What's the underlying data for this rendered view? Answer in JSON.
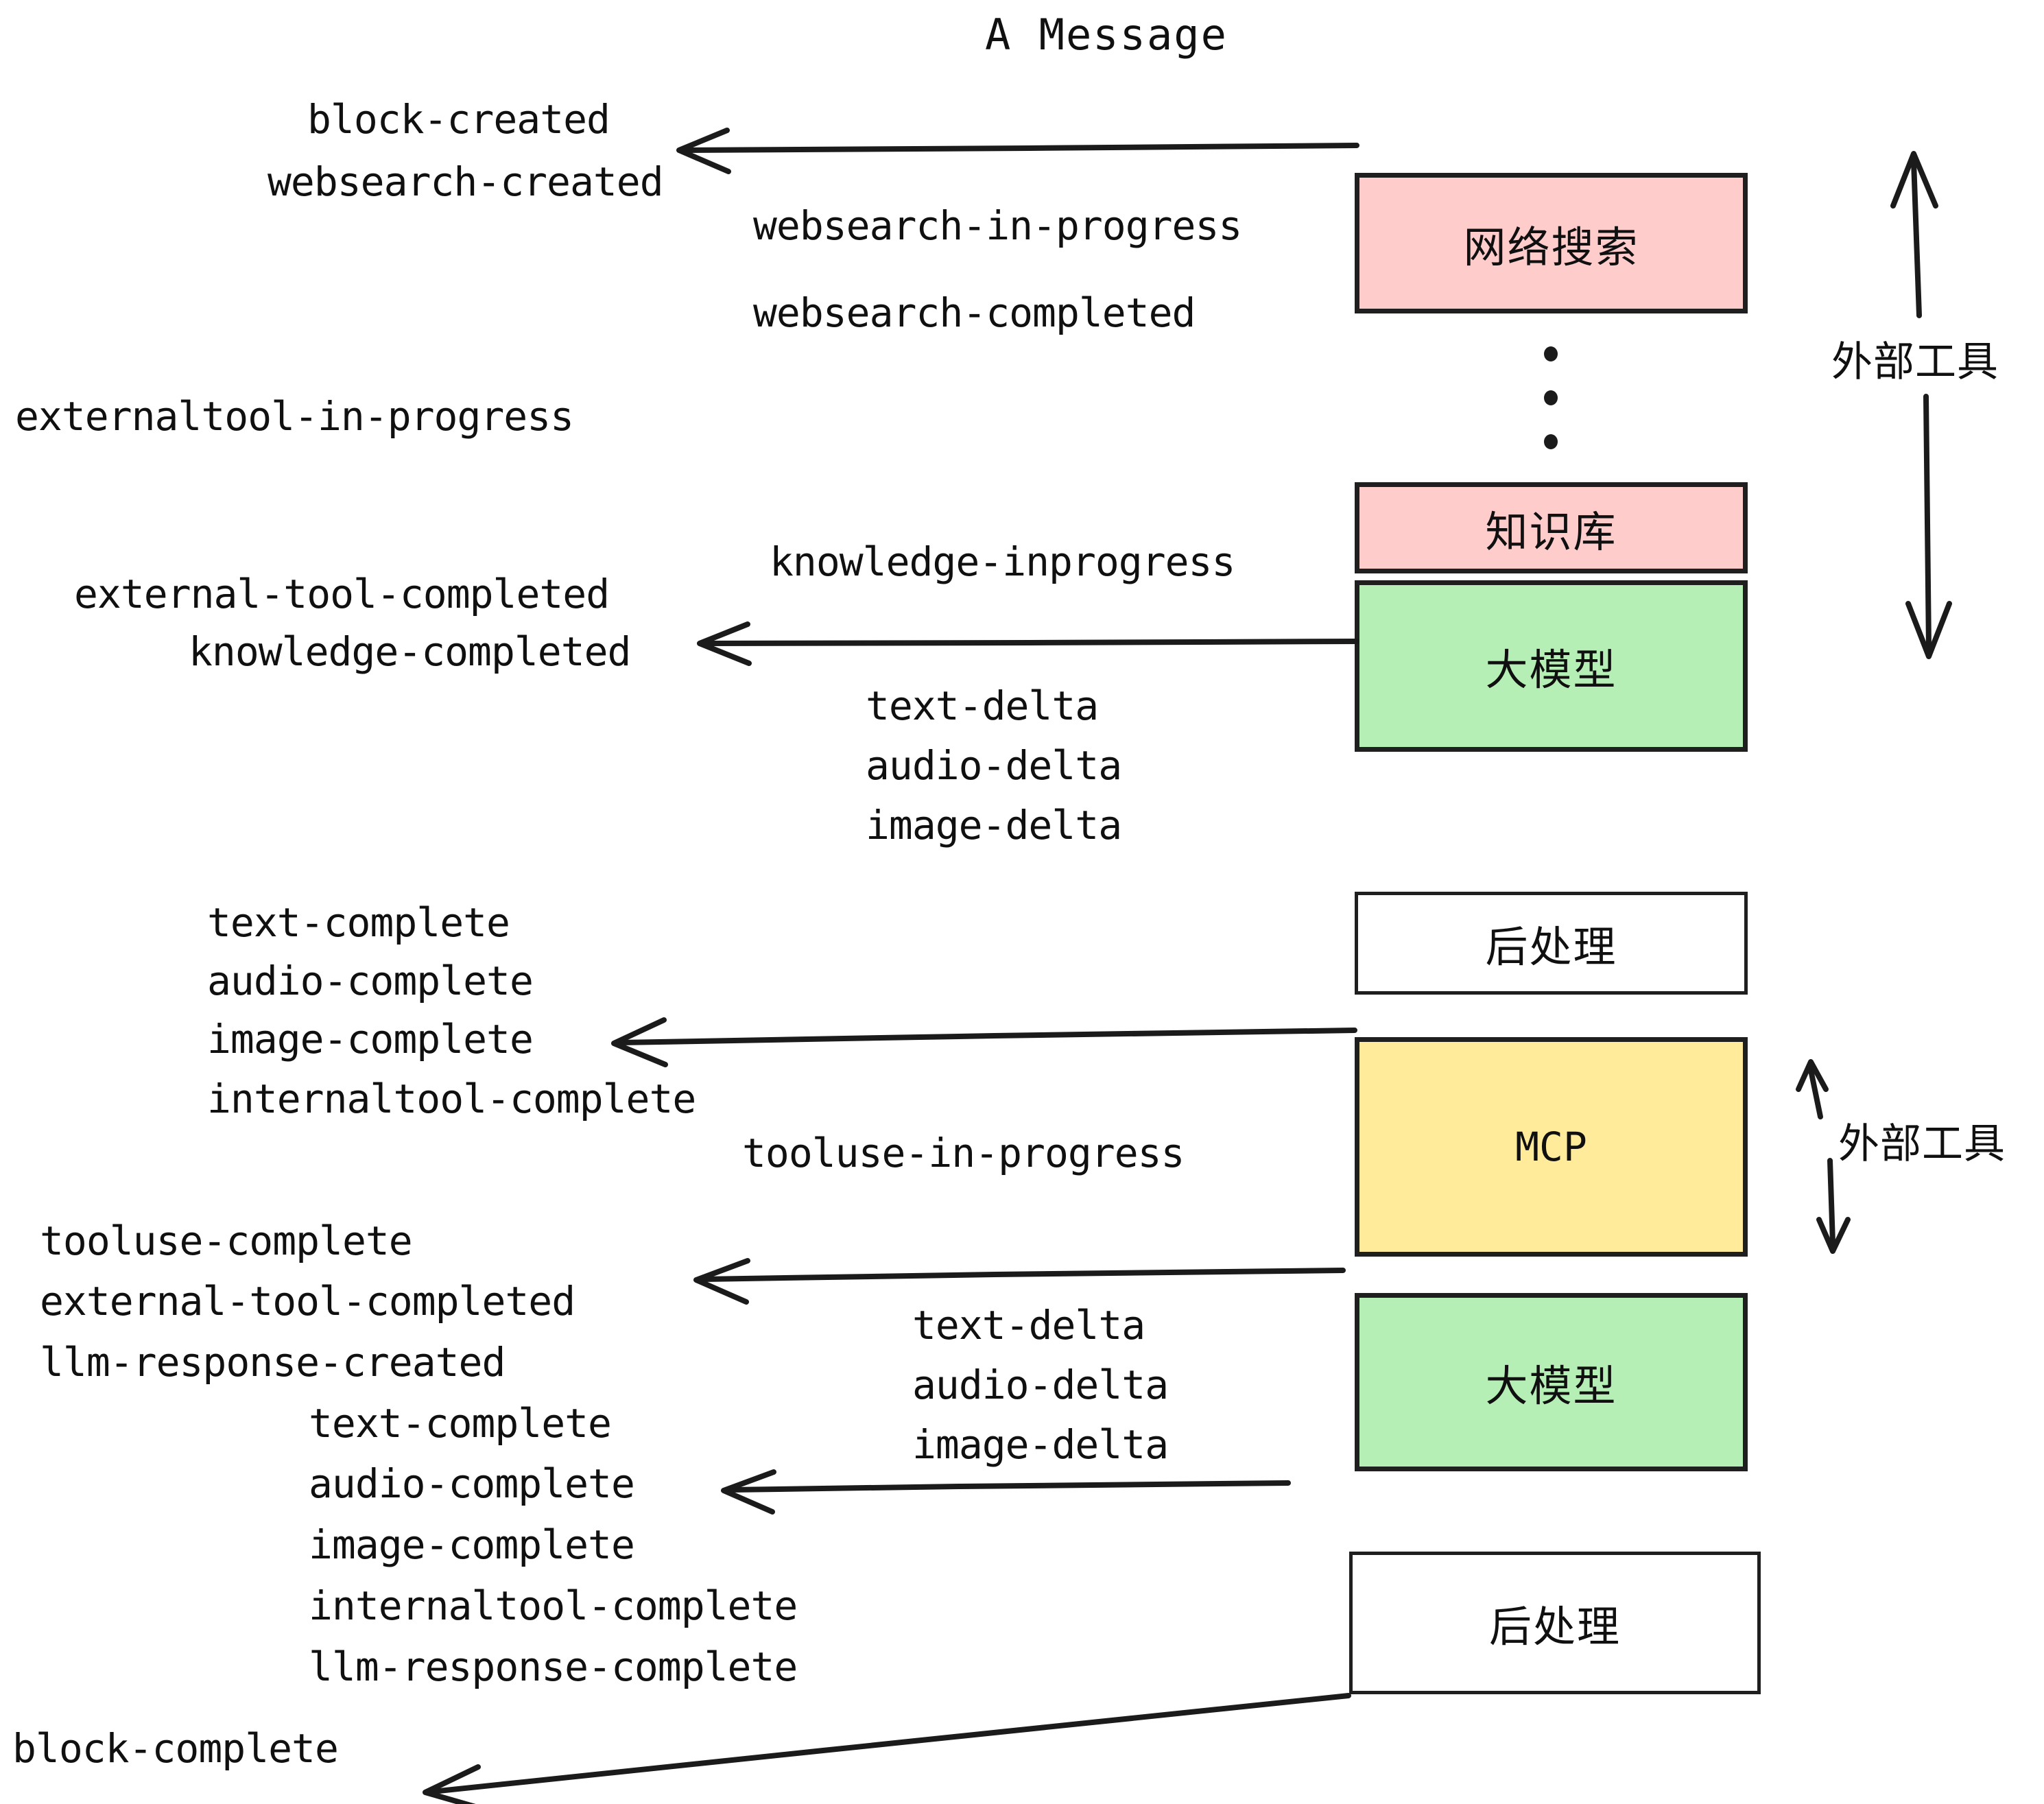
{
  "title": "A Message",
  "events": {
    "block_created": "block-created",
    "websearch_created": "websearch-created",
    "websearch_in_progress": "websearch-in-progress",
    "websearch_completed": "websearch-completed",
    "externaltool_in_progress": "externaltool-in-progress",
    "knowledge_inprogress": "knowledge-inprogress",
    "external_tool_completed_1": "external-tool-completed",
    "knowledge_completed": "knowledge-completed",
    "text_delta_1": "text-delta",
    "audio_delta_1": "audio-delta",
    "image_delta_1": "image-delta",
    "text_complete_1": "text-complete",
    "audio_complete_1": "audio-complete",
    "image_complete_1": "image-complete",
    "internaltool_complete_1": "internaltool-complete",
    "tooluse_in_progress": "tooluse-in-progress",
    "tooluse_complete": "tooluse-complete",
    "external_tool_completed_2": "external-tool-completed",
    "llm_response_created": "llm-response-created",
    "text_delta_2": "text-delta",
    "audio_delta_2": "audio-delta",
    "image_delta_2": "image-delta",
    "text_complete_2": "text-complete",
    "audio_complete_2": "audio-complete",
    "image_complete_2": "image-complete",
    "internaltool_complete_2": "internaltool-complete",
    "llm_response_complete": "llm-response-complete",
    "block_complete": "block-complete"
  },
  "nodes": {
    "websearch": "网络搜索",
    "knowledge": "知识库",
    "llm_1": "大模型",
    "postprocess_1": "后处理",
    "mcp": "MCP",
    "llm_2": "大模型",
    "postprocess_2": "后处理"
  },
  "annotations": {
    "external_tool_top": "外部工具",
    "external_tool_bottom": "外部工具"
  },
  "colors": {
    "pink": "#FFCCCC",
    "green": "#B5EFB5",
    "yellow": "#FFEB9A",
    "white": "#FFFFFF",
    "stroke": "#1F1F1F",
    "text": "#101010"
  }
}
